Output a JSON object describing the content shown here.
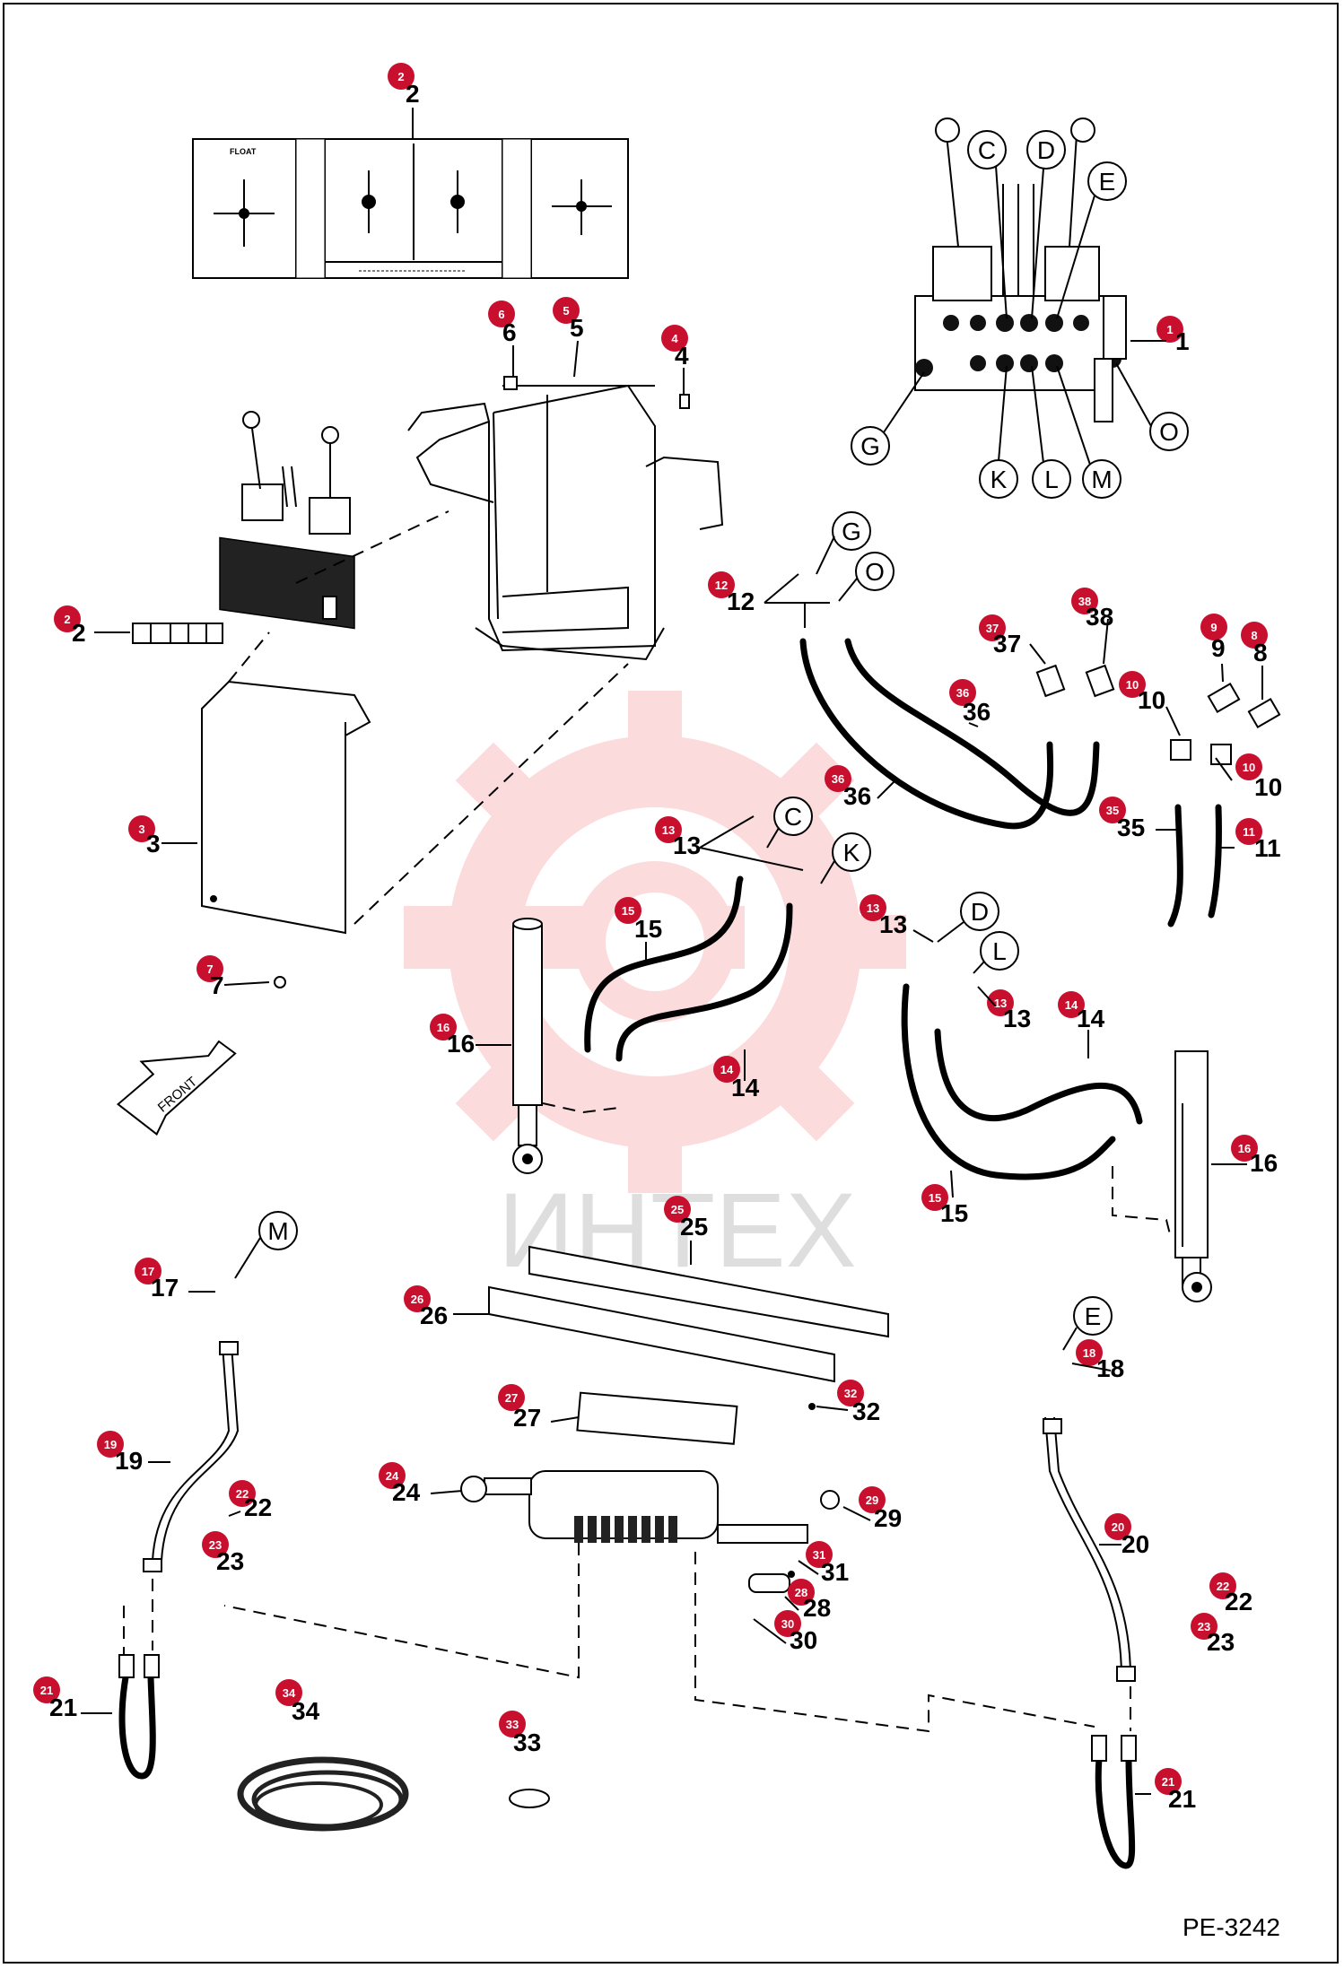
{
  "drawing_code": "PE-3242",
  "watermark_text": "ИНТЕХ",
  "front_arrow_label": "FRONT",
  "decal": {
    "top_label": "FLOAT"
  },
  "colors": {
    "callout_badge": "#c8102e",
    "watermark": "#e8282e",
    "line": "#000000"
  },
  "letter_callouts": [
    "C",
    "D",
    "E",
    "O",
    "M",
    "L",
    "K",
    "G",
    "G",
    "O",
    "C",
    "K",
    "D",
    "L",
    "M",
    "E"
  ],
  "callouts": [
    {
      "id": "cl-2a",
      "tag": "2",
      "text": "2"
    },
    {
      "id": "cl-6",
      "tag": "6",
      "text": "6"
    },
    {
      "id": "cl-5",
      "tag": "5",
      "text": "5"
    },
    {
      "id": "cl-4",
      "tag": "4",
      "text": "4"
    },
    {
      "id": "cl-1",
      "tag": "1",
      "text": "1"
    },
    {
      "id": "cl-2b",
      "tag": "2",
      "text": "2"
    },
    {
      "id": "cl-3",
      "tag": "3",
      "text": "3"
    },
    {
      "id": "cl-7",
      "tag": "7",
      "text": "7"
    },
    {
      "id": "cl-12",
      "tag": "12",
      "text": "12"
    },
    {
      "id": "cl-37",
      "tag": "37",
      "text": "37"
    },
    {
      "id": "cl-38",
      "tag": "38",
      "text": "38"
    },
    {
      "id": "cl-9",
      "tag": "9",
      "text": "9"
    },
    {
      "id": "cl-8",
      "tag": "8",
      "text": "8"
    },
    {
      "id": "cl-10a",
      "tag": "10",
      "text": "10"
    },
    {
      "id": "cl-10b",
      "tag": "10",
      "text": "10"
    },
    {
      "id": "cl-36a",
      "tag": "36",
      "text": "36"
    },
    {
      "id": "cl-36b",
      "tag": "36",
      "text": "36"
    },
    {
      "id": "cl-35",
      "tag": "35",
      "text": "35"
    },
    {
      "id": "cl-11",
      "tag": "11",
      "text": "11"
    },
    {
      "id": "cl-13a",
      "tag": "13",
      "text": "13"
    },
    {
      "id": "cl-15a",
      "tag": "15",
      "text": "15"
    },
    {
      "id": "cl-16a",
      "tag": "16",
      "text": "16"
    },
    {
      "id": "cl-14a",
      "tag": "14",
      "text": "14"
    },
    {
      "id": "cl-13b",
      "tag": "13",
      "text": "13"
    },
    {
      "id": "cl-13c",
      "tag": "13",
      "text": "13"
    },
    {
      "id": "cl-14b",
      "tag": "14",
      "text": "14"
    },
    {
      "id": "cl-16b",
      "tag": "16",
      "text": "16"
    },
    {
      "id": "cl-15b",
      "tag": "15",
      "text": "15"
    },
    {
      "id": "cl-25",
      "tag": "25",
      "text": "25"
    },
    {
      "id": "cl-26",
      "tag": "26",
      "text": "26"
    },
    {
      "id": "cl-32",
      "tag": "32",
      "text": "32"
    },
    {
      "id": "cl-27",
      "tag": "27",
      "text": "27"
    },
    {
      "id": "cl-24",
      "tag": "24",
      "text": "24"
    },
    {
      "id": "cl-29",
      "tag": "29",
      "text": "29"
    },
    {
      "id": "cl-31",
      "tag": "31",
      "text": "31"
    },
    {
      "id": "cl-28",
      "tag": "28",
      "text": "28"
    },
    {
      "id": "cl-30",
      "tag": "30",
      "text": "30"
    },
    {
      "id": "cl-17",
      "tag": "17",
      "text": "17"
    },
    {
      "id": "cl-19",
      "tag": "19",
      "text": "19"
    },
    {
      "id": "cl-22a",
      "tag": "22",
      "text": "22"
    },
    {
      "id": "cl-23a",
      "tag": "23",
      "text": "23"
    },
    {
      "id": "cl-21a",
      "tag": "21",
      "text": "21"
    },
    {
      "id": "cl-34",
      "tag": "34",
      "text": "34"
    },
    {
      "id": "cl-33",
      "tag": "33",
      "text": "33"
    },
    {
      "id": "cl-18",
      "tag": "18",
      "text": "18"
    },
    {
      "id": "cl-20",
      "tag": "20",
      "text": "20"
    },
    {
      "id": "cl-22b",
      "tag": "22",
      "text": "22"
    },
    {
      "id": "cl-23b",
      "tag": "23",
      "text": "23"
    },
    {
      "id": "cl-21b",
      "tag": "21",
      "text": "21"
    }
  ]
}
